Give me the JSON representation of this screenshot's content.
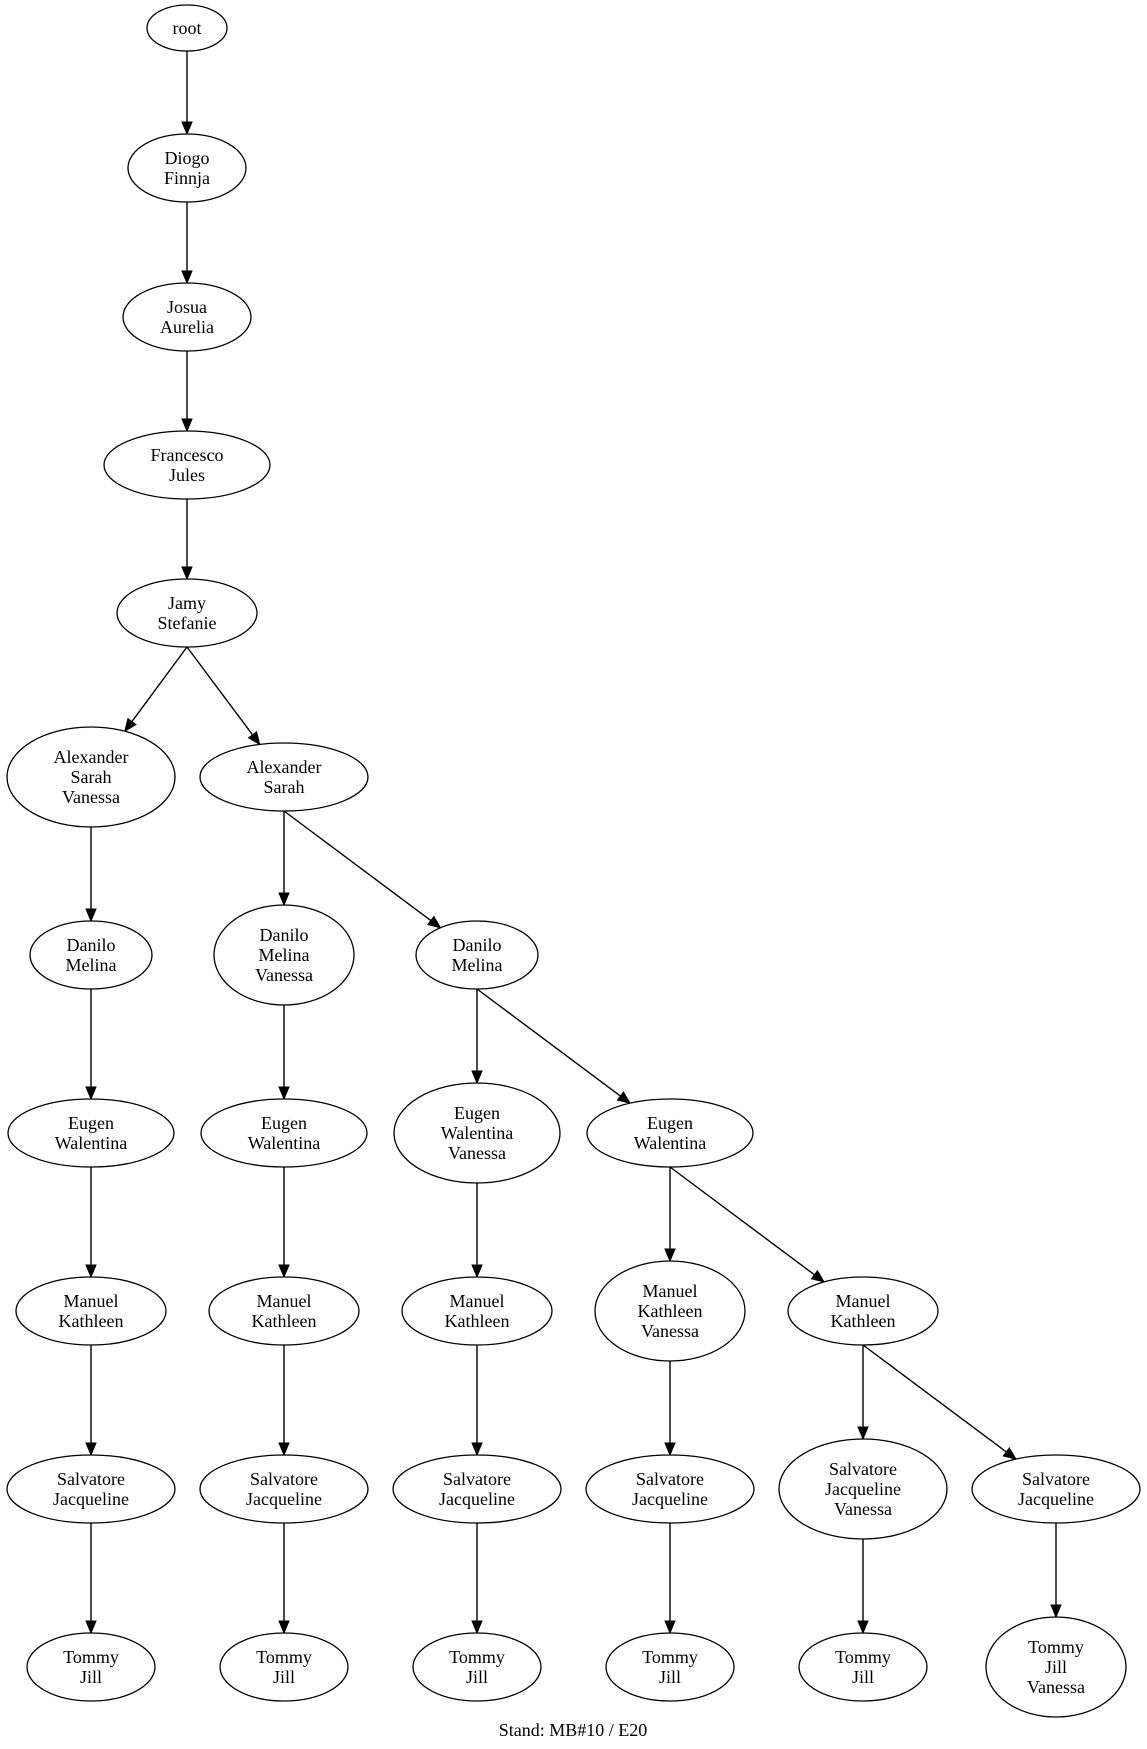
{
  "caption": "Stand: MB#10 / E20",
  "nodes": [
    {
      "id": "root",
      "lines": [
        "root"
      ]
    },
    {
      "id": "diogo",
      "lines": [
        "Diogo",
        "Finnja"
      ]
    },
    {
      "id": "josua",
      "lines": [
        "Josua",
        "Aurelia"
      ]
    },
    {
      "id": "francesco",
      "lines": [
        "Francesco",
        "Jules"
      ]
    },
    {
      "id": "jamy",
      "lines": [
        "Jamy",
        "Stefanie"
      ]
    },
    {
      "id": "alex_v",
      "lines": [
        "Alexander",
        "Sarah",
        "Vanessa"
      ]
    },
    {
      "id": "alex",
      "lines": [
        "Alexander",
        "Sarah"
      ]
    },
    {
      "id": "danilo_a",
      "lines": [
        "Danilo",
        "Melina"
      ]
    },
    {
      "id": "danilo_v",
      "lines": [
        "Danilo",
        "Melina",
        "Vanessa"
      ]
    },
    {
      "id": "danilo_b",
      "lines": [
        "Danilo",
        "Melina"
      ]
    },
    {
      "id": "eugen_a",
      "lines": [
        "Eugen",
        "Walentina"
      ]
    },
    {
      "id": "eugen_b",
      "lines": [
        "Eugen",
        "Walentina"
      ]
    },
    {
      "id": "eugen_v",
      "lines": [
        "Eugen",
        "Walentina",
        "Vanessa"
      ]
    },
    {
      "id": "eugen_c",
      "lines": [
        "Eugen",
        "Walentina"
      ]
    },
    {
      "id": "manuel_a",
      "lines": [
        "Manuel",
        "Kathleen"
      ]
    },
    {
      "id": "manuel_b",
      "lines": [
        "Manuel",
        "Kathleen"
      ]
    },
    {
      "id": "manuel_c",
      "lines": [
        "Manuel",
        "Kathleen"
      ]
    },
    {
      "id": "manuel_v",
      "lines": [
        "Manuel",
        "Kathleen",
        "Vanessa"
      ]
    },
    {
      "id": "manuel_d",
      "lines": [
        "Manuel",
        "Kathleen"
      ]
    },
    {
      "id": "salv_a",
      "lines": [
        "Salvatore",
        "Jacqueline"
      ]
    },
    {
      "id": "salv_b",
      "lines": [
        "Salvatore",
        "Jacqueline"
      ]
    },
    {
      "id": "salv_c",
      "lines": [
        "Salvatore",
        "Jacqueline"
      ]
    },
    {
      "id": "salv_d",
      "lines": [
        "Salvatore",
        "Jacqueline"
      ]
    },
    {
      "id": "salv_v",
      "lines": [
        "Salvatore",
        "Jacqueline",
        "Vanessa"
      ]
    },
    {
      "id": "salv_e",
      "lines": [
        "Salvatore",
        "Jacqueline"
      ]
    },
    {
      "id": "tommy_a",
      "lines": [
        "Tommy",
        "Jill"
      ]
    },
    {
      "id": "tommy_b",
      "lines": [
        "Tommy",
        "Jill"
      ]
    },
    {
      "id": "tommy_c",
      "lines": [
        "Tommy",
        "Jill"
      ]
    },
    {
      "id": "tommy_d",
      "lines": [
        "Tommy",
        "Jill"
      ]
    },
    {
      "id": "tommy_e",
      "lines": [
        "Tommy",
        "Jill"
      ]
    },
    {
      "id": "tommy_v",
      "lines": [
        "Tommy",
        "Jill",
        "Vanessa"
      ]
    }
  ],
  "edges": [
    [
      "root",
      "diogo"
    ],
    [
      "diogo",
      "josua"
    ],
    [
      "josua",
      "francesco"
    ],
    [
      "francesco",
      "jamy"
    ],
    [
      "jamy",
      "alex_v"
    ],
    [
      "jamy",
      "alex"
    ],
    [
      "alex_v",
      "danilo_a"
    ],
    [
      "alex",
      "danilo_v"
    ],
    [
      "alex",
      "danilo_b"
    ],
    [
      "danilo_a",
      "eugen_a"
    ],
    [
      "danilo_v",
      "eugen_b"
    ],
    [
      "danilo_b",
      "eugen_v"
    ],
    [
      "danilo_b",
      "eugen_c"
    ],
    [
      "eugen_a",
      "manuel_a"
    ],
    [
      "eugen_b",
      "manuel_b"
    ],
    [
      "eugen_v",
      "manuel_c"
    ],
    [
      "eugen_c",
      "manuel_v"
    ],
    [
      "eugen_c",
      "manuel_d"
    ],
    [
      "manuel_a",
      "salv_a"
    ],
    [
      "manuel_b",
      "salv_b"
    ],
    [
      "manuel_c",
      "salv_c"
    ],
    [
      "manuel_v",
      "salv_d"
    ],
    [
      "manuel_d",
      "salv_v"
    ],
    [
      "manuel_d",
      "salv_e"
    ],
    [
      "salv_a",
      "tommy_a"
    ],
    [
      "salv_b",
      "tommy_b"
    ],
    [
      "salv_c",
      "tommy_c"
    ],
    [
      "salv_d",
      "tommy_d"
    ],
    [
      "salv_v",
      "tommy_e"
    ],
    [
      "salv_e",
      "tommy_v"
    ]
  ]
}
